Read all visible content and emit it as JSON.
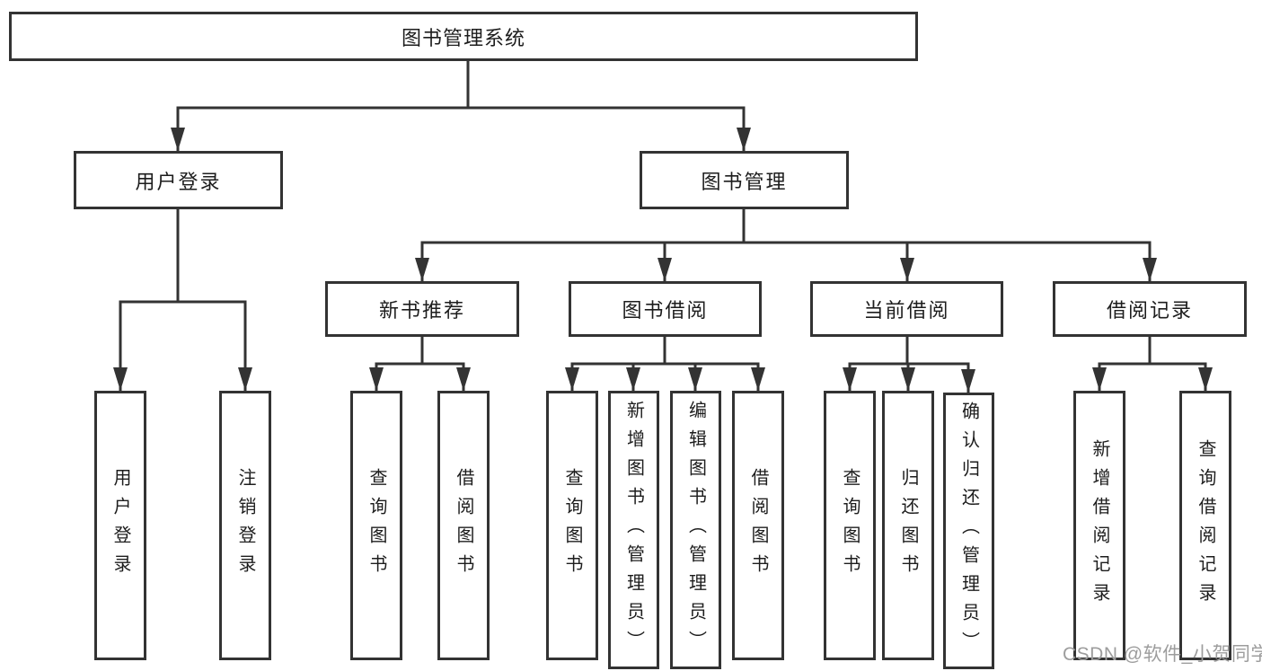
{
  "colors": {
    "line": "#333333",
    "text": "#1d1d1d",
    "watermark_text": "#9d9d9d",
    "background": "#ffffff"
  },
  "watermark": {
    "text": "CSDN @软件_小贺同学"
  },
  "tree": {
    "label": "图书管理系统",
    "children": [
      {
        "label": "用户登录",
        "children": [
          {
            "label": "用户登录"
          },
          {
            "label": "注销登录"
          }
        ]
      },
      {
        "label": "图书管理",
        "children": [
          {
            "label": "新书推荐",
            "children": [
              {
                "label": "查询图书"
              },
              {
                "label": "借阅图书"
              }
            ]
          },
          {
            "label": "图书借阅",
            "children": [
              {
                "label": "查询图书"
              },
              {
                "label": "新增图书（管理员）"
              },
              {
                "label": "编辑图书（管理员）"
              },
              {
                "label": "借阅图书"
              }
            ]
          },
          {
            "label": "当前借阅",
            "children": [
              {
                "label": "查询图书"
              },
              {
                "label": "归还图书"
              },
              {
                "label": "确认归还（管理员）"
              }
            ]
          },
          {
            "label": "借阅记录",
            "children": [
              {
                "label": "新增借阅记录"
              },
              {
                "label": "查询借阅记录"
              }
            ]
          }
        ]
      }
    ]
  }
}
